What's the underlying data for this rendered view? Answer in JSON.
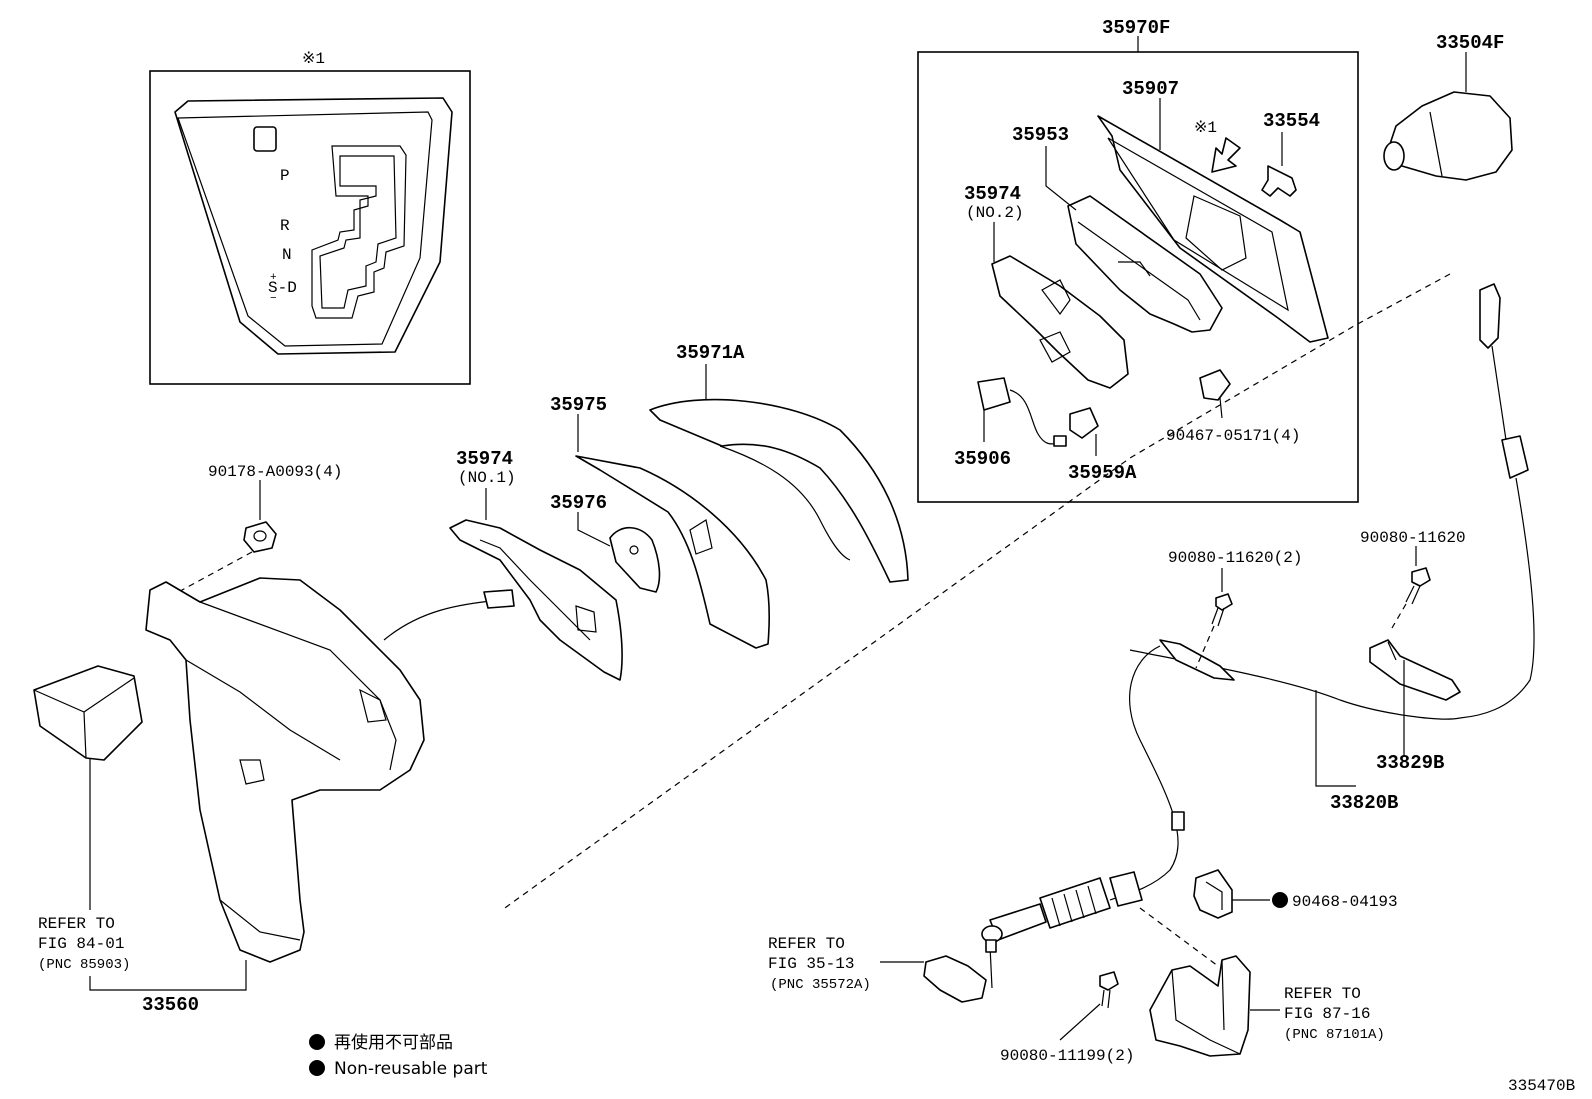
{
  "diagram": {
    "labels": {
      "p35970F": "35970F",
      "p33504F": "33504F",
      "p35907": "35907",
      "p33554": "33554",
      "p35953": "35953",
      "p35974_no2": "35974",
      "no2": "(NO.2)",
      "p35906": "35906",
      "p35959A": "35959A",
      "p90467": "90467-05171(4)",
      "p35971A": "35971A",
      "p35975": "35975",
      "p35974_no1": "35974",
      "no1": "(NO.1)",
      "p35976": "35976",
      "p90178": "90178-A0093(4)",
      "p90080_2": "90080-11620(2)",
      "p90080": "90080-11620",
      "p33829B": "33829B",
      "p33820B": "33820B",
      "p90468": "90468-04193",
      "p33560": "33560",
      "p90080_11199": "90080-11199(2)",
      "note1_inset": "※1",
      "note1_arrow": "※1",
      "gate_p": "P",
      "gate_r": "R",
      "gate_n": "N",
      "gate_plus": "+",
      "gate_sd": "S-D",
      "gate_minus": "−",
      "diagram_id": "335470B"
    },
    "refs": {
      "ref_a": {
        "line1": "REFER TO",
        "line2": "FIG 84-01",
        "line3": "(PNC 85903)"
      },
      "ref_b": {
        "line1": "REFER TO",
        "line2": "FIG 35-13",
        "line3": "(PNC 35572A)"
      },
      "ref_c": {
        "line1": "REFER TO",
        "line2": "FIG 87-16",
        "line3": "(PNC 87101A)"
      }
    },
    "legend": {
      "jp": "再使用不可部品",
      "en": "Non-reusable part"
    }
  }
}
